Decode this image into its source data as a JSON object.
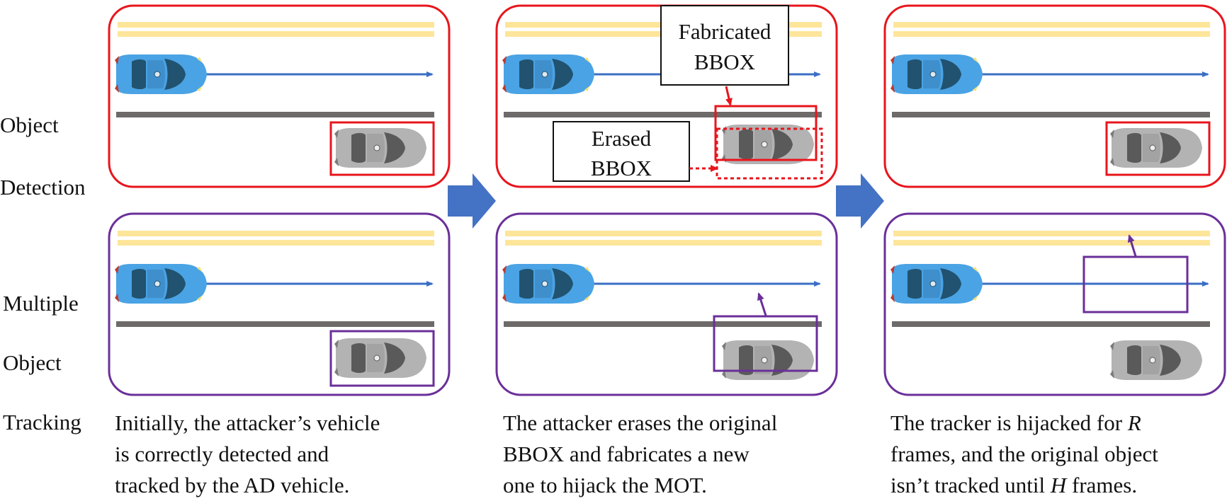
{
  "row_labels": {
    "detection": [
      "Object",
      "Detection"
    ],
    "tracking": [
      "Multiple",
      "Object",
      "Tracking"
    ]
  },
  "callouts": {
    "fabricated": [
      "Fabricated",
      "BBOX"
    ],
    "erased": [
      "Erased",
      "BBOX"
    ]
  },
  "captions": [
    {
      "lines": [
        [
          {
            "t": "Initially, the attacker’s vehicle"
          }
        ],
        [
          {
            "t": "is correctly detected and"
          }
        ],
        [
          {
            "t": "tracked by the AD vehicle."
          }
        ]
      ]
    },
    {
      "lines": [
        [
          {
            "t": "The attacker erases the original"
          }
        ],
        [
          {
            "t": "BBOX and fabricates a new"
          }
        ],
        [
          {
            "t": "one to hijack the MOT."
          }
        ]
      ]
    },
    {
      "lines": [
        [
          {
            "t": "The tracker is hijacked for "
          },
          {
            "t": "R",
            "i": true
          }
        ],
        [
          {
            "t": "frames, and the original object"
          }
        ],
        [
          {
            "t": "isn’t tracked until "
          },
          {
            "t": "H",
            "i": true
          },
          {
            "t": " frames."
          }
        ]
      ]
    }
  ],
  "colors": {
    "detection_accent": "#e8151c",
    "tracking_accent": "#6a2f99",
    "step_arrow": "#4472c4",
    "road_lane": "#fde59a",
    "road_edge": "#6e6a6a",
    "ego_car": "#4aa3e4",
    "attacker_car": "#b3b3b3",
    "trajectory": "#3a6fc4"
  }
}
